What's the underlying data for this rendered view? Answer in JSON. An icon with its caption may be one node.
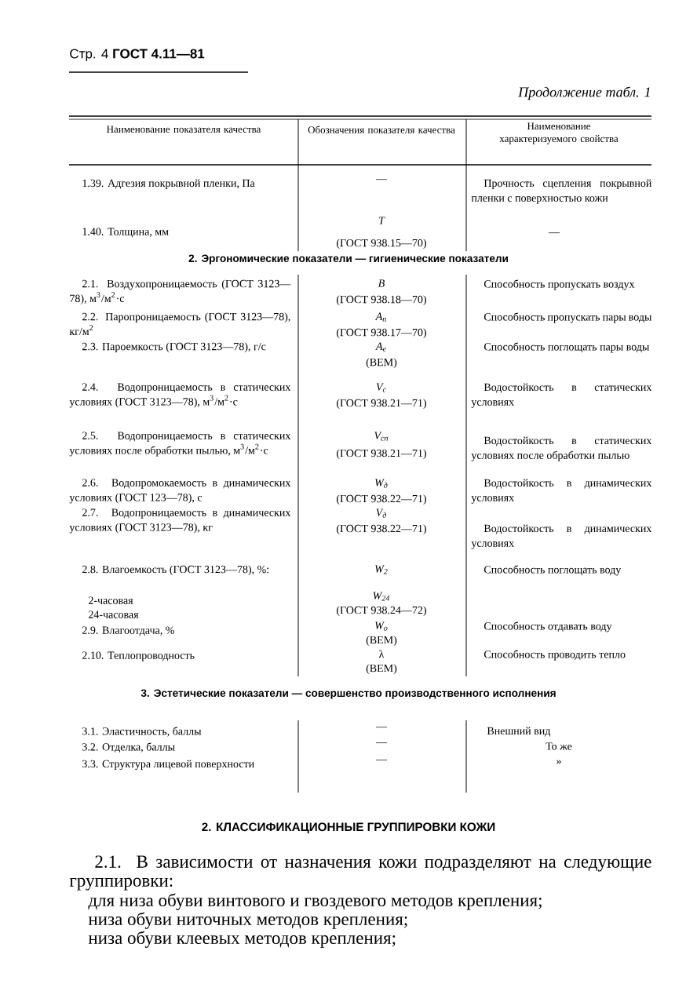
{
  "diagram": {
    "labels": [
      "Стр. 4 **ГОСТ 4.11—81**",
      "Продолжение табл. 1",
      "Наименование показателя качества",
      "Обозначения показателя качества",
      "Наименование характеризуемого свойства",
      "1.39. Адгезия покрывной пленки, Па",
      "—",
      "Прочность сцепления покрывной пленки с поверхностью кожи",
      "1.40. Толщина, мм",
      "T",
      "(ГОСТ 938.15—70)",
      "—",
      "2. Эргономические показатели — гигиенические показатели",
      "2.1. Воздухопроницаемость (ГОСТ 3123—78), м$^{3}$/м$^{2}$·с",
      "B",
      "(ГОСТ 938.18—70)",
      "Способность пропускать воздух",
      "2.2. Паропроницаемость (ГОСТ 3123—78), кг/м$^{2}$",
      "A$_{п}$",
      "(ГОСТ 938.17—70)",
      "Способность пропускать пары воды",
      "2.3. Пароемкость (ГОСТ 3123—78), г/с",
      "A$_{e}$",
      "(ВЕМ)",
      "Способность поглощать пары воды",
      "2.4. Водопроницаемость в статических условиях (ГОСТ 3123—78), м$^{3}$/м$^{2}$·с",
      "V$_{c}$",
      "(ГОСТ 938.21—71)",
      "Водостойкость в статических условиях",
      "2.5. Водопроницаемость в статических условиях после обработки пылью, м$^{3}$/м$^{2}$·с",
      "V$_{сп}$",
      "(ГОСТ 938.21—71)",
      "Водостойкость в статических условиях после обработки пылью",
      "2.6. Водопромокаемость в динамических условиях (ГОСТ 123—78), с",
      "W$_{д}$",
      "(ГОСТ 938.22—71)",
      "Водостойкость в динамических условиях",
      "2.7. Водопроницаемость в динамических условиях (ГОСТ 3123—78), кг",
      "V$_{д}$",
      "(ГОСТ 938.22—71)",
      "Водостойкость в динамических условиях",
      "2.8. Влагоемкость (ГОСТ 3123—78), %:",
      "2-часовая",
      "24-часовая",
      "W$_{2}$",
      "W$_{24}$",
      "(ГОСТ 938.24—72)",
      "Способность поглощать воду",
      "2.9. Влагоотдача, %",
      "W$_{о}$",
      "(ВЕМ)",
      "Способность отдавать воду",
      "2.10. Теплопроводность",
      "λ",
      "(ВЕМ)",
      "Способность проводить тепло",
      "3. Эстетические показатели — совершенство производственного исполнения",
      "3.1. Эластичность, баллы",
      "—",
      "Внешний вид",
      "3.2. Отделка, баллы",
      "—",
      "То же",
      "3.3. Структура лицевой поверхности",
      "—",
      "»",
      "2. КЛАССИФИКАЦИОННЫЕ ГРУППИРОВКИ КОЖИ",
      "2.1. В зависимости от назначения кожи подразделяют на следующие группировки:",
      "для низа обуви винтового и гвоздевого методов крепления;",
      "низа обуви ниточных методов крепления;",
      "низа обуви клеевых методов крепления;"
    ]
  }
}
